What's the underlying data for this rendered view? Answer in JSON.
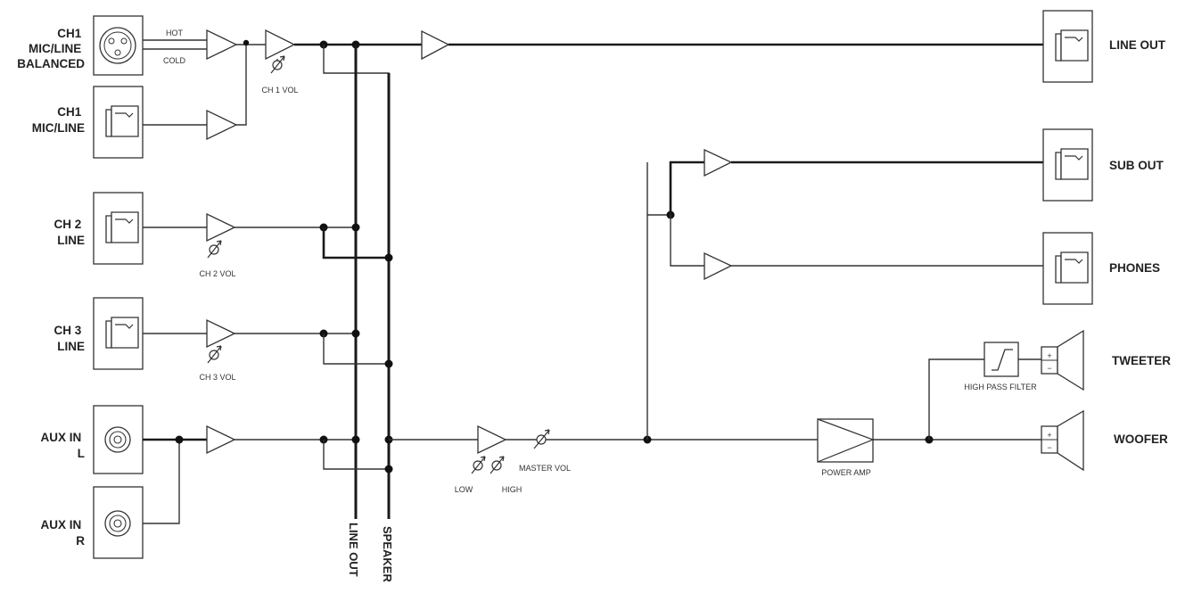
{
  "inputs": {
    "ch1_balanced": [
      "CH1",
      "MIC/LINE",
      "BALANCED"
    ],
    "ch1_line": [
      "CH1",
      "MIC/LINE"
    ],
    "ch2": [
      "CH 2",
      "LINE"
    ],
    "ch3": [
      "CH 3",
      "LINE"
    ],
    "aux_l": [
      "AUX IN",
      "L"
    ],
    "aux_r": [
      "AUX IN",
      "R"
    ]
  },
  "outputs": {
    "line_out": "LINE OUT",
    "sub_out": "SUB OUT",
    "phones": "PHONES",
    "tweeter": "TWEETER",
    "woofer": "WOOFER"
  },
  "signal_labels": {
    "hot": "HOT",
    "cold": "COLD"
  },
  "controls": {
    "ch1_vol": "CH 1 VOL",
    "ch2_vol": "CH 2 VOL",
    "ch3_vol": "CH 3 VOL",
    "low": "LOW",
    "high": "HIGH",
    "master_vol": "MASTER VOL"
  },
  "blocks": {
    "power_amp": "POWER AMP",
    "high_pass_filter": "HIGH PASS FILTER"
  },
  "buses": {
    "line_out": "LINE OUT",
    "speaker": "SPEAKER"
  },
  "polarity": {
    "plus": "+",
    "minus": "−"
  }
}
